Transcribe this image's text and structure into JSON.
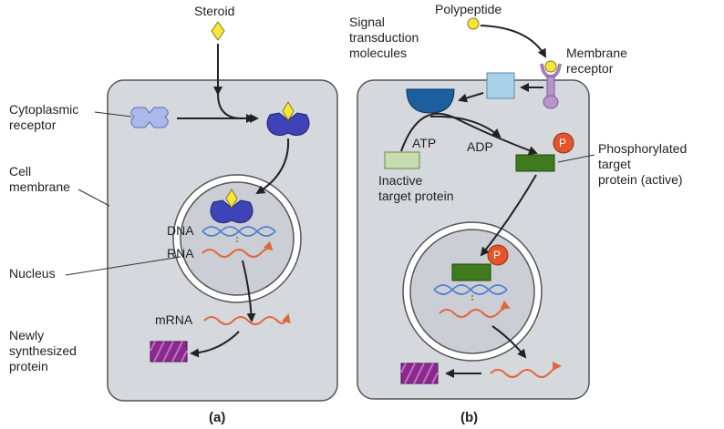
{
  "panel_a": {
    "label": "(a)",
    "steroid": "Steroid",
    "cytoplasmic_receptor": [
      "Cytoplasmic",
      "receptor"
    ],
    "cell_membrane": [
      "Cell",
      "membrane"
    ],
    "nucleus": "Nucleus",
    "dna": "DNA",
    "rna": "RNA",
    "mrna": "mRNA",
    "new_protein": [
      "Newly",
      "synthesized",
      "protein"
    ]
  },
  "panel_b": {
    "label": "(b)",
    "polypeptide": "Polypeptide",
    "signal_molecules": [
      "Signal",
      "transduction",
      "molecules"
    ],
    "membrane_receptor": [
      "Membrane",
      "receptor"
    ],
    "atp": "ATP",
    "adp": "ADP",
    "inactive_protein": [
      "Inactive",
      "target protein"
    ],
    "phosphorylated_protein": [
      "Phosphorylated",
      "target",
      "protein (active)"
    ],
    "phosphate": "P"
  },
  "colors": {
    "cell_fill": "#d5d8dc",
    "nucleus_fill": "#cbced4",
    "receptor_light": "#aab8ea",
    "receptor_dark": "#3e44b8",
    "signal_square": "#a9d2e8",
    "signal_bowl": "#1b5f9c",
    "inactive_protein": "#c7dcb0",
    "active_protein": "#3f7a1e",
    "new_protein": "#8a2a8c",
    "ligand_yellow": "#f6e63c",
    "phosphate": "#e2542a",
    "dna_helix": "#4a7ed0",
    "rna_wave": "#e0673a"
  }
}
